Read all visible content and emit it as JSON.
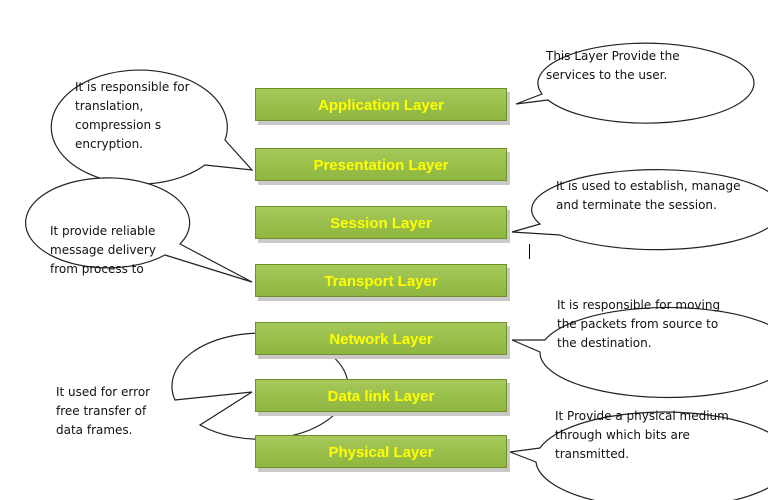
{
  "layers": [
    {
      "label": "Application Layer"
    },
    {
      "label": "Presentation Layer"
    },
    {
      "label": "Session Layer"
    },
    {
      "label": "Transport Layer"
    },
    {
      "label": "Network Layer"
    },
    {
      "label": "Data link Layer"
    },
    {
      "label": "Physical Layer"
    }
  ],
  "bubbles": {
    "application": [
      "This Layer Provide the",
      "services to the user."
    ],
    "presentation": [
      "It is responsible for",
      "translation,",
      "compression s",
      "encryption."
    ],
    "session": [
      "It is used to establish,  manage",
      "and terminate the session."
    ],
    "transport": [
      "It provide reliable",
      "message delivery",
      "from process to"
    ],
    "network": [
      "It is responsible for moving",
      "the packets from source to",
      "the destination."
    ],
    "datalink": [
      "It used for error",
      "free transfer of",
      "data frames."
    ],
    "physical": [
      "It Provide a physical medium",
      "through which bits are",
      "transmitted."
    ]
  },
  "colors": {
    "layer_fill": "#9bbf4d",
    "layer_text": "#ffff00",
    "bubble_stroke": "#222222"
  }
}
